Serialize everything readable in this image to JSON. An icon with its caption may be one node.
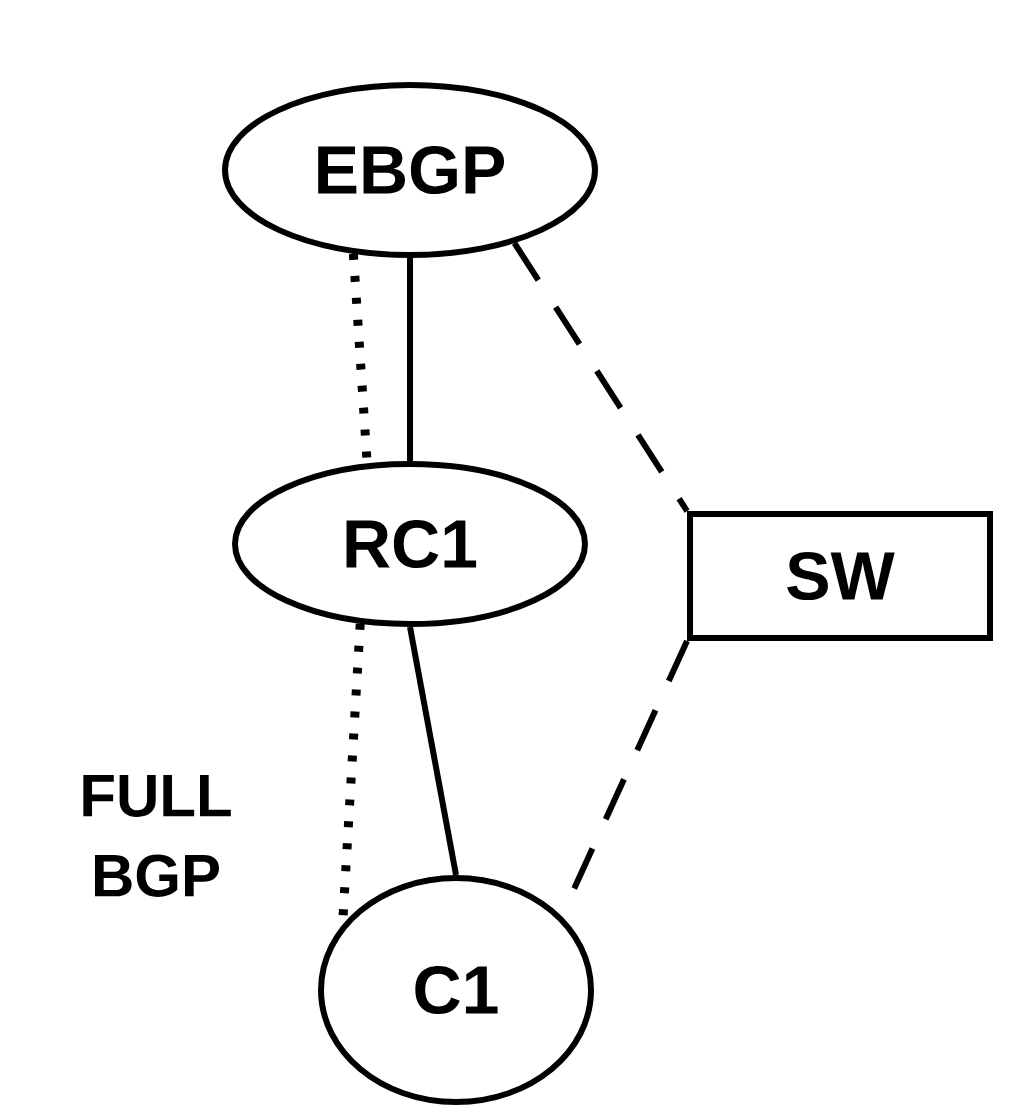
{
  "diagram": {
    "nodes": [
      {
        "text": [
          "EBGP"
        ]
      },
      {
        "text": [
          "RC1"
        ]
      },
      {
        "text": [
          "SW"
        ]
      },
      {
        "text": [
          "C1"
        ]
      }
    ],
    "edges": [
      {
        "from": 0,
        "to": 1,
        "arrow": "none"
      },
      {
        "from": 0,
        "to": 1,
        "arrow": "none",
        "style": "dashed"
      },
      {
        "from": 0,
        "to": 2,
        "arrow": "none",
        "style": "dashed"
      },
      {
        "from": 1,
        "to": 3,
        "arrow": "none"
      },
      {
        "from": 1,
        "to": 3,
        "arrow": "none",
        "style": "dashed",
        "label": "FULL BGP"
      },
      {
        "from": 2,
        "to": 3,
        "arrow": "none",
        "style": "dashed"
      }
    ]
  }
}
